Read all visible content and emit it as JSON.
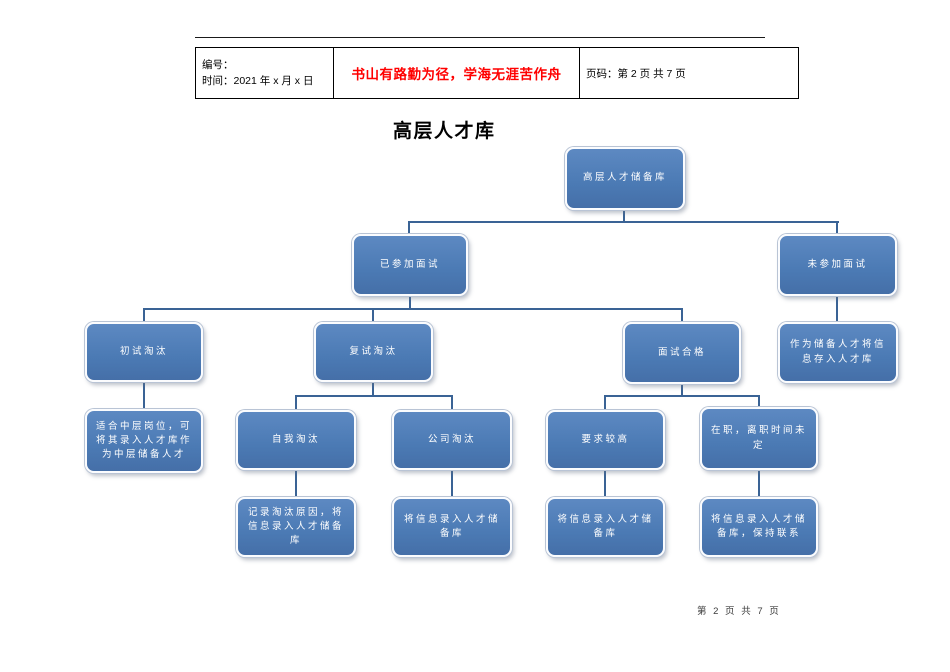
{
  "page": {
    "header": {
      "number_label": "编号：",
      "time_label": "时间：2021 年 x 月 x 日",
      "motto": "书山有路勤为径，学海无涯苦作舟",
      "page_label": "页码：第 2 页  共 7 页"
    },
    "title": "高层人才库",
    "footer": "第 2 页 共 7 页"
  },
  "colors": {
    "node_fill": "#4b7ab4",
    "node_fill_light": "#5d89c2",
    "node_text": "#ffffff",
    "connector": "#3a6395",
    "motto_red": "#ff0000"
  },
  "diagram": {
    "nodes": {
      "root": "高层人才储备库",
      "interviewed": "已参加面试",
      "not_interviewed": "未参加面试",
      "first_round_eliminated": "初试淘汰",
      "second_round_eliminated": "复试淘汰",
      "interview_passed": "面试合格",
      "reserve_info": "作为储备人才将信\n息存入人才库",
      "fit_mid_level": "适合中层岗位，可\n将其录入人才库作\n为中层储备人才",
      "self_eliminated": "自我淘汰",
      "company_eliminated": "公司淘汰",
      "high_requirements": "要求较高",
      "on_job": "在职，离职时间未\n定",
      "record_reason": "记录淘汰原因，将\n信息录入人才储备\n库",
      "store_info_company": "将信息录入人才储\n备库",
      "store_info_high": "将信息录入人才储\n备库",
      "store_info_onjob": "将信息录入人才储\n备库，保持联系"
    }
  }
}
